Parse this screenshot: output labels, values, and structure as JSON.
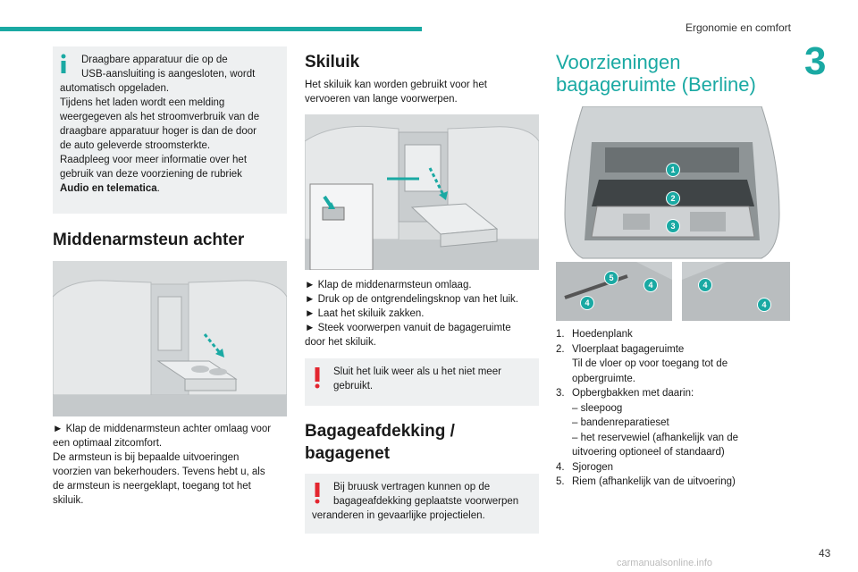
{
  "header": {
    "section": "Ergonomie en comfort",
    "chapter": "3"
  },
  "col1": {
    "info_box": [
      "Draagbare apparatuur die op de",
      "USB-aansluiting is aangesloten, wordt",
      "automatisch opgeladen.",
      "Tijdens het laden wordt een melding",
      "weergegeven als het stroomverbruik van de",
      "draagbare apparatuur hoger is dan de door",
      "de auto geleverde stroomsterkte.",
      "Raadpleeg voor meer informatie over het",
      "gebruik van deze voorziening de rubriek"
    ],
    "info_box_bold": "Audio en telematica",
    "info_box_end": ".",
    "heading": "Middenarmsteun achter",
    "para": [
      "► Klap de middenarmsteun achter omlaag voor",
      "een optimaal zitcomfort.",
      "De armsteun is bij bepaalde uitvoeringen",
      "voorzien van bekerhouders. Tevens hebt u, als",
      "de armsteun is neergeklapt, toegang tot het",
      "skiluik."
    ]
  },
  "col2": {
    "heading": "Skiluik",
    "intro": [
      "Het skiluik kan worden gebruikt voor het",
      "vervoeren van lange voorwerpen."
    ],
    "steps": [
      "► Klap de middenarmsteun omlaag.",
      "► Druk op de ontgrendelingsknop van het luik.",
      "► Laat het skiluik zakken.",
      "► Steek voorwerpen vanuit de bagageruimte"
    ],
    "steps_cont": "door het skiluik.",
    "warning1": [
      "Sluit het luik weer als u het niet meer",
      "gebruikt."
    ],
    "heading2": [
      "Bagageafdekking /",
      "bagagenet"
    ],
    "warning2": [
      "Bij bruusk vertragen kunnen op de",
      "bagageafdekking geplaatste voorwerpen",
      "veranderen in gevaarlijke projectielen."
    ]
  },
  "col3": {
    "heading": [
      "Voorzieningen",
      "bagageruimte (Berline)"
    ],
    "callouts_main": [
      "1",
      "2",
      "3"
    ],
    "callouts_left": [
      "5",
      "4",
      "4"
    ],
    "callouts_right": [
      "4",
      "4"
    ],
    "list": [
      {
        "n": "1.",
        "t": "Hoedenplank"
      },
      {
        "n": "2.",
        "t": "Vloerplaat bagageruimte"
      },
      {
        "n": "",
        "t": "Til de vloer op voor toegang tot de"
      },
      {
        "n": "",
        "t": "opbergruimte."
      },
      {
        "n": "3.",
        "t": "Opbergbakken met daarin:"
      },
      {
        "n": "",
        "t": "– sleepoog"
      },
      {
        "n": "",
        "t": "– bandenreparatieset"
      },
      {
        "n": "",
        "t": "– het reservewiel (afhankelijk van de"
      },
      {
        "n": "",
        "t": "uitvoering optioneel of standaard)"
      },
      {
        "n": "4.",
        "t": "Sjorogen"
      },
      {
        "n": "5.",
        "t": "Riem (afhankelijk van de uitvoering)"
      }
    ]
  },
  "footer": {
    "page": "43",
    "watermark": "carmanualsonline.info"
  },
  "colors": {
    "accent": "#1aa9a3",
    "warning": "#e3262f",
    "box_bg": "#eef0f1"
  }
}
